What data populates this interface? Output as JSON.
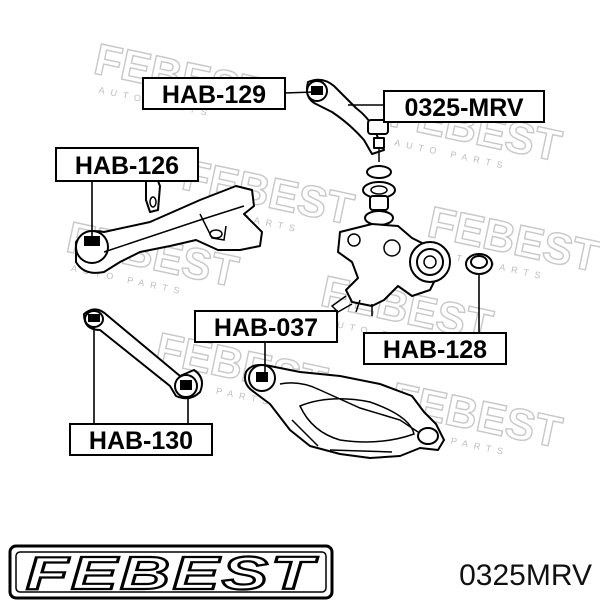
{
  "watermark": {
    "brand": "FEBEST",
    "sub": "AUTO PARTS"
  },
  "callouts": {
    "hab129": "HAB-129",
    "mrv0325": "0325-MRV",
    "hab126": "HAB-126",
    "hab037": "HAB-037",
    "hab128": "HAB-128",
    "hab130": "HAB-130"
  },
  "footer": {
    "logo": "FEBEST",
    "part_number": "0325MRV"
  }
}
